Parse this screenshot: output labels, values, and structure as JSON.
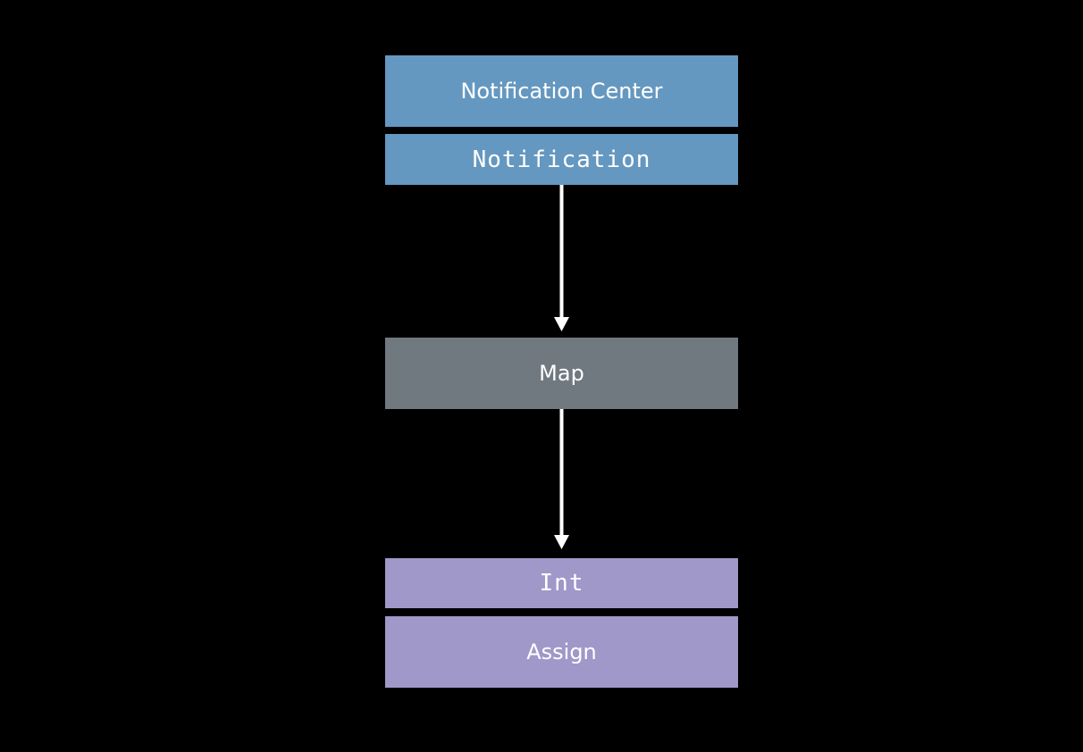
{
  "colors": {
    "background": "#000000",
    "publisher": "#6598c0",
    "operator": "#707880",
    "subscriber": "#9f98c8",
    "text": "#ffffff",
    "arrow": "#ffffff"
  },
  "nodes": {
    "notification_center": "Notification Center",
    "notification": "Notification",
    "map": "Map",
    "int": "Int",
    "assign": "Assign"
  }
}
